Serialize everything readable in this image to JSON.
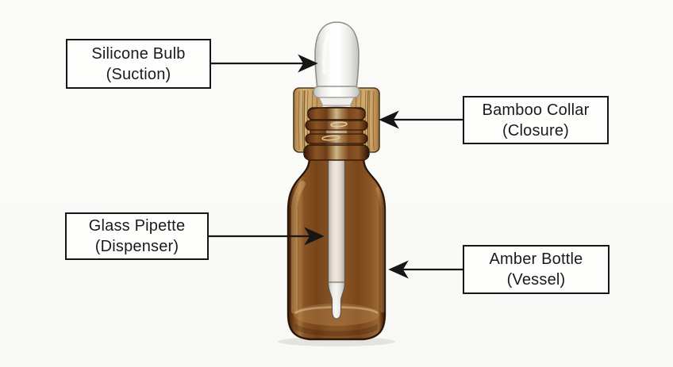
{
  "diagram": {
    "subject": "amber-dropper-bottle",
    "labels": {
      "bulb": {
        "line1": "Silicone Bulb",
        "line2": "(Suction)"
      },
      "collar": {
        "line1": "Bamboo Collar",
        "line2": "(Closure)"
      },
      "pipette": {
        "line1": "Glass Pipette",
        "line2": "(Dispenser)"
      },
      "bottle": {
        "line1": "Amber Bottle",
        "line2": "(Vessel)"
      }
    },
    "parts": [
      {
        "name": "silicone-bulb",
        "label": "Silicone Bulb (Suction)"
      },
      {
        "name": "bamboo-collar",
        "label": "Bamboo Collar (Closure)"
      },
      {
        "name": "glass-pipette",
        "label": "Glass Pipette (Dispenser)"
      },
      {
        "name": "amber-bottle",
        "label": "Amber Bottle (Vessel)"
      }
    ],
    "icons": [
      {
        "name": "arrow-right-icon",
        "points_to": "silicone-bulb"
      },
      {
        "name": "arrow-left-icon",
        "points_to": "bamboo-collar"
      },
      {
        "name": "arrow-right-icon",
        "points_to": "glass-pipette"
      },
      {
        "name": "arrow-left-icon",
        "points_to": "amber-bottle"
      }
    ],
    "colors": {
      "background": "#fafaf7",
      "label_bg": "#fdfdfc",
      "label_border": "#161616",
      "text": "#1b1b1b",
      "arrow": "#161616",
      "amber_dark": "#42230c",
      "amber_mid": "#875426",
      "amber_highlight": "#a5713c",
      "bamboo_tan": "#c9a266",
      "bamboo_grain": "#8a6434",
      "bulb_white": "#fdfdfb",
      "pipette_white": "#f4f4f1",
      "outline_dark": "#2c1706"
    }
  }
}
